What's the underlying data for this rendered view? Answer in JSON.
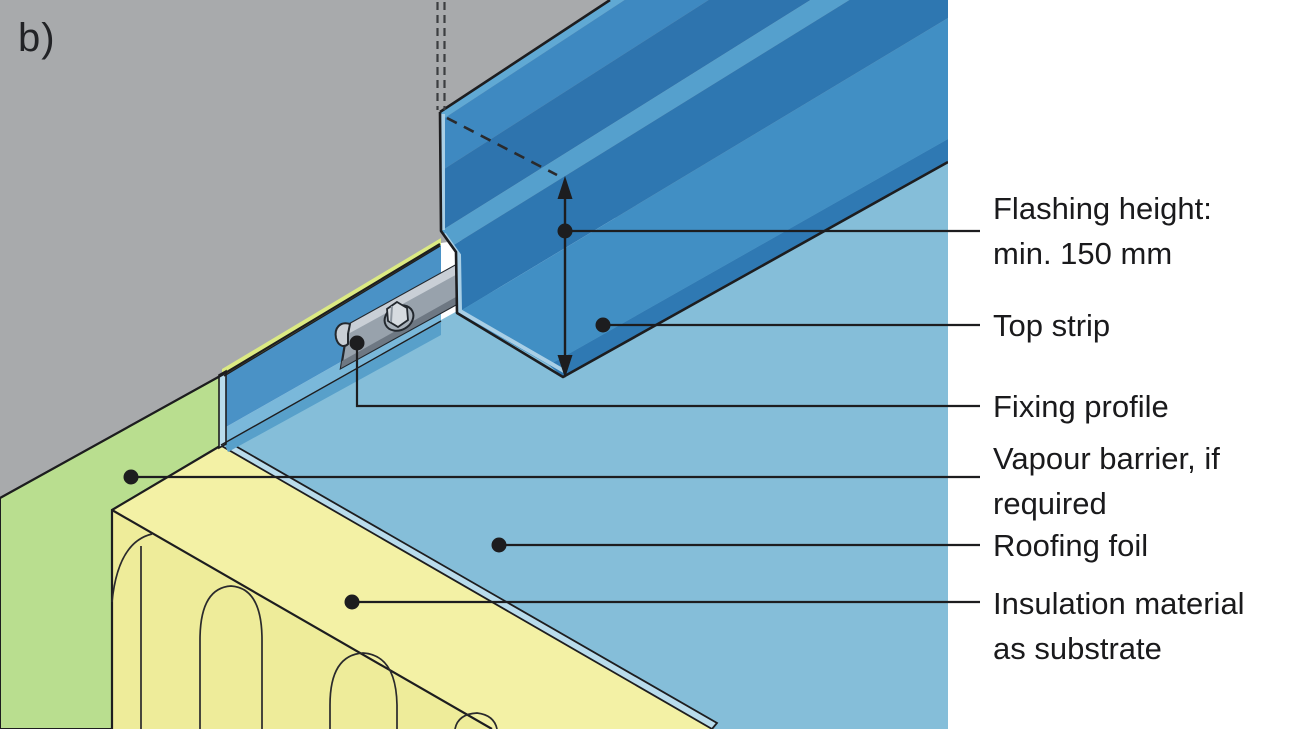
{
  "figure_label": "b)",
  "annotations": {
    "flashing_height": {
      "line1": "Flashing height:",
      "line2": "min. 150 mm"
    },
    "top_strip": "Top strip",
    "fixing_profile": "Fixing profile",
    "vapour_barrier": {
      "line1": "Vapour barrier, if",
      "line2": "required"
    },
    "roofing_foil": "Roofing foil",
    "insulation": {
      "line1": "Insulation material",
      "line2": "as substrate"
    }
  },
  "dimension": {
    "measures": "flashing height",
    "value": "min. 150 mm"
  },
  "colors": {
    "wall_gray": "#a8aaac",
    "vapour_barrier_green": "#b9de8f",
    "vapour_barrier_edge": "#dcea83",
    "insulation_yellow_top": "#f3f1a5",
    "insulation_yellow_front": "#eeec9a",
    "roofing_foil_blue": "#85bed9",
    "foil_upstand_blue": "#4a92c6",
    "foil_edge_light": "#b9dcec",
    "top_strip_main": "#418fc4",
    "top_strip_dark": "#2e75ae",
    "top_strip_hem": "#60a9d4",
    "fixing_profile_gray": "#98a2ac",
    "line_black": "#1d1d1f"
  }
}
